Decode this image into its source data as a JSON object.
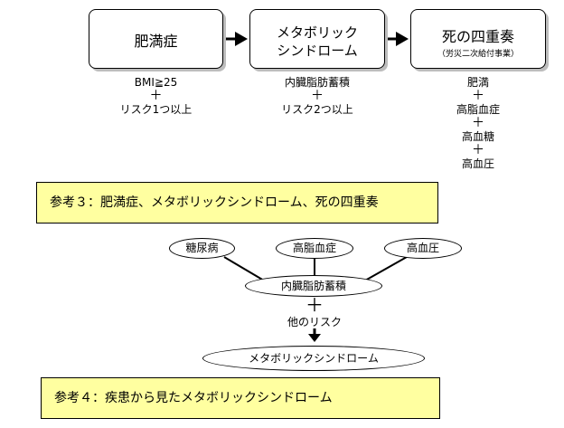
{
  "flow": {
    "box1": {
      "label": "肥満症"
    },
    "box2": {
      "line1": "メタボリック",
      "line2": "シンドローム"
    },
    "box3": {
      "label": "死の四重奏",
      "sub": "（労災二次給付事業）"
    },
    "note1": [
      "BMI≧25",
      "＋",
      "リスク1つ以上"
    ],
    "note2": [
      "内臓脂肪蓄積",
      "＋",
      "リスク2つ以上"
    ],
    "note3": [
      "肥満",
      "＋",
      "高脂血症",
      "＋",
      "高血糖",
      "＋",
      "高血圧"
    ]
  },
  "caption3": "参考３：肥満症、メタボリックシンドローム、死の四重奏",
  "tree": {
    "top": [
      "糖尿病",
      "高脂血症",
      "高血圧"
    ],
    "center": "内臓脂肪蓄積",
    "plus": "＋",
    "other": "他のリスク",
    "result": "メタボリックシンドローム"
  },
  "caption4": "参考４：疾患から見たメタボリックシンドローム"
}
